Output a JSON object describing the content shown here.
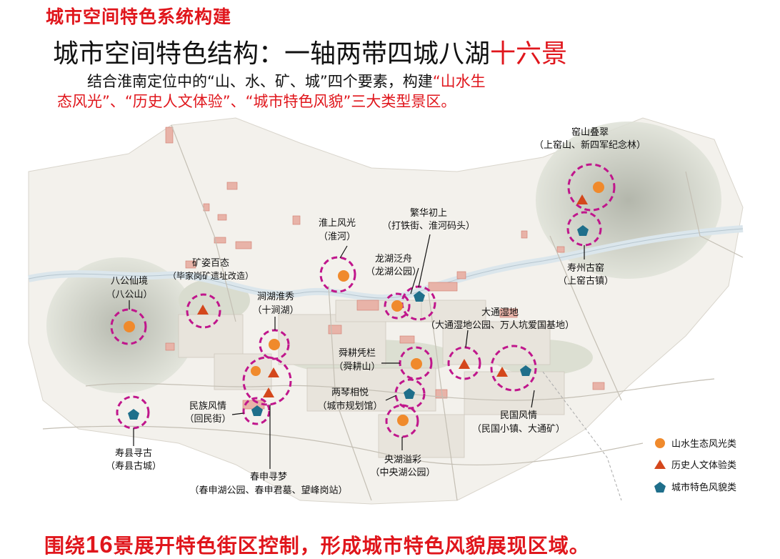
{
  "header": {
    "section_title": "城市空间特色系统构建"
  },
  "title": {
    "main": "城市空间特色结构：一轴两带四城八湖",
    "highlight": "十六景"
  },
  "intro": {
    "line1": "结合淮南定位中的“山、水、矿、城”四个要素，构建",
    "red1": "“山水生",
    "red2": "态风光”、“历史人文体验”、“城市特色风貌”",
    "line2_end": "三大类型景区。"
  },
  "colors": {
    "orange": "#f08a2c",
    "red": "#d4471c",
    "blue": "#1f6f8b",
    "ring": "#c0168c",
    "title_red": "#e0161c"
  },
  "sites": [
    {
      "id": "yaoshan",
      "name": "窑山叠翠",
      "sub": "（上窑山、新四军纪念林）"
    },
    {
      "id": "shouzhou",
      "name": "寿州古窑",
      "sub": "（上窑古镇）"
    },
    {
      "id": "fanhua",
      "name": "繁华初上",
      "sub": "（打铁街、淮河码头）"
    },
    {
      "id": "huaishang",
      "name": "淮上风光",
      "sub": "（淮河）"
    },
    {
      "id": "longhu",
      "name": "龙湖泛舟",
      "sub": "（龙湖公园）"
    },
    {
      "id": "kuangzi",
      "name": "矿姿百态",
      "sub": "（毕家岗矿遗址改造）"
    },
    {
      "id": "bagong",
      "name": "八公仙境",
      "sub": "（八公山）"
    },
    {
      "id": "jianhu",
      "name": "涧湖淮秀",
      "sub": "（十涧湖）"
    },
    {
      "id": "datong",
      "name": "大通湿地",
      "sub": "（大通湿地公园、万人坑爱国基地）"
    },
    {
      "id": "shungeng",
      "name": "舜耕凭栏",
      "sub": "（舜耕山）"
    },
    {
      "id": "liangqin",
      "name": "两琴相悦",
      "sub": "（城市规划馆）"
    },
    {
      "id": "minzu",
      "name": "民族风情",
      "sub": "（回民街）"
    },
    {
      "id": "shouxian",
      "name": "寿县寻古",
      "sub": "（寿县古城）"
    },
    {
      "id": "yanghu",
      "name": "央湖溢彩",
      "sub": "（中央湖公园）"
    },
    {
      "id": "minguo",
      "name": "民国风情",
      "sub": "（民国小镇、大通矿）"
    },
    {
      "id": "chunshen",
      "name": "春申寻梦",
      "sub": "（春申湖公园、春申君墓、望峰岗站）"
    }
  ],
  "legend": [
    {
      "shape": "circle",
      "label": "山水生态风光类"
    },
    {
      "shape": "triangle",
      "label": "历史人文体验类"
    },
    {
      "shape": "pentagon",
      "label": "城市特色风貌类"
    }
  ],
  "footer": {
    "pre": "围绕",
    "num": "16",
    "post": "景展开特色街区控制，形成城市特色风貌展现区域。"
  }
}
